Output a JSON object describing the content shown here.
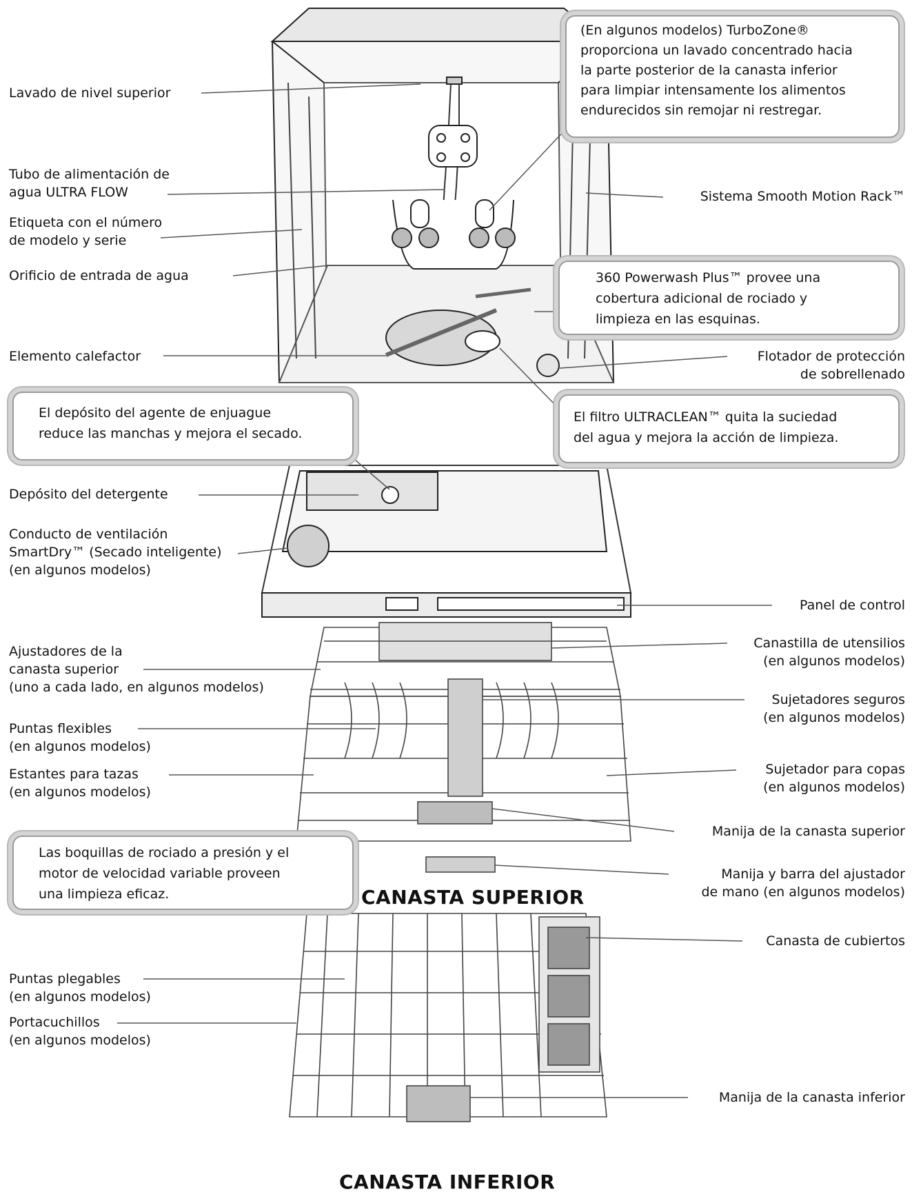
{
  "labels": {
    "lavado_nivel_superior": "Lavado de nivel superior",
    "tubo_alimentacion": "Tubo de alimentación de\nagua ULTRA FLOW",
    "etiqueta_modelo": "Etiqueta con el número\nde modelo y serie",
    "orificio_entrada": "Orificio de entrada de agua",
    "elemento_calefactor": "Elemento calefactor",
    "deposito_detergente": "Depósito del detergente",
    "conducto_ventilacion": "Conducto de ventilación\nSmartDry™ (Secado inteligente)\n(en algunos modelos)",
    "sistema_smooth": "Sistema Smooth Motion Rack™",
    "flotador": "Flotador de protección\nde sobrellenado",
    "panel_control": "Panel de control",
    "ajustadores": "Ajustadores de la\ncanasta superior\n(uno a cada lado, en algunos modelos)",
    "puntas_flexibles": "Puntas flexibles\n(en algunos modelos)",
    "estantes_tazas": "Estantes para tazas\n(en algunos modelos)",
    "canastilla_utensilios": "Canastilla de utensilios\n(en algunos modelos)",
    "sujetadores_seguros": "Sujetadores seguros\n(en algunos modelos)",
    "sujetador_copas": "Sujetador para copas\n(en algunos modelos)",
    "manija_superior": "Manija de la canasta superior",
    "manija_barra_ajustador": "Manija y barra del ajustador\nde mano (en algunos modelos)",
    "canasta_cubiertos": "Canasta de cubiertos",
    "puntas_plegables": "Puntas plegables\n(en algunos modelos)",
    "portacuchillos": "Portacuchillos\n(en algunos modelos)",
    "manija_inferior": "Manija de la canasta inferior"
  },
  "callouts": {
    "turbozone": "(En algunos modelos) TurboZone®\nproporciona un lavado concentrado hacia\nla parte posterior de la canasta inferior\npara limpiar intensamente los alimentos\nendurecidos sin remojar ni restregar.",
    "powerwash": "360 Powerwash Plus™ provee una\ncobertura adicional de rociado y\nlimpieza en las esquinas.",
    "ultraclean": "El filtro ULTRACLEAN™ quita la suciedad\ndel agua y mejora la acción de limpieza.",
    "enjuague": "El depósito del agente de enjuague\nreduce las manchas y mejora el secado.",
    "boquillas": "Las boquillas de rociado a presión y el\nmotor de velocidad variable proveen\nuna limpieza eficaz."
  },
  "titles": {
    "canasta_superior": "CANASTA SUPERIOR",
    "canasta_inferior": "CANASTA INFERIOR"
  }
}
